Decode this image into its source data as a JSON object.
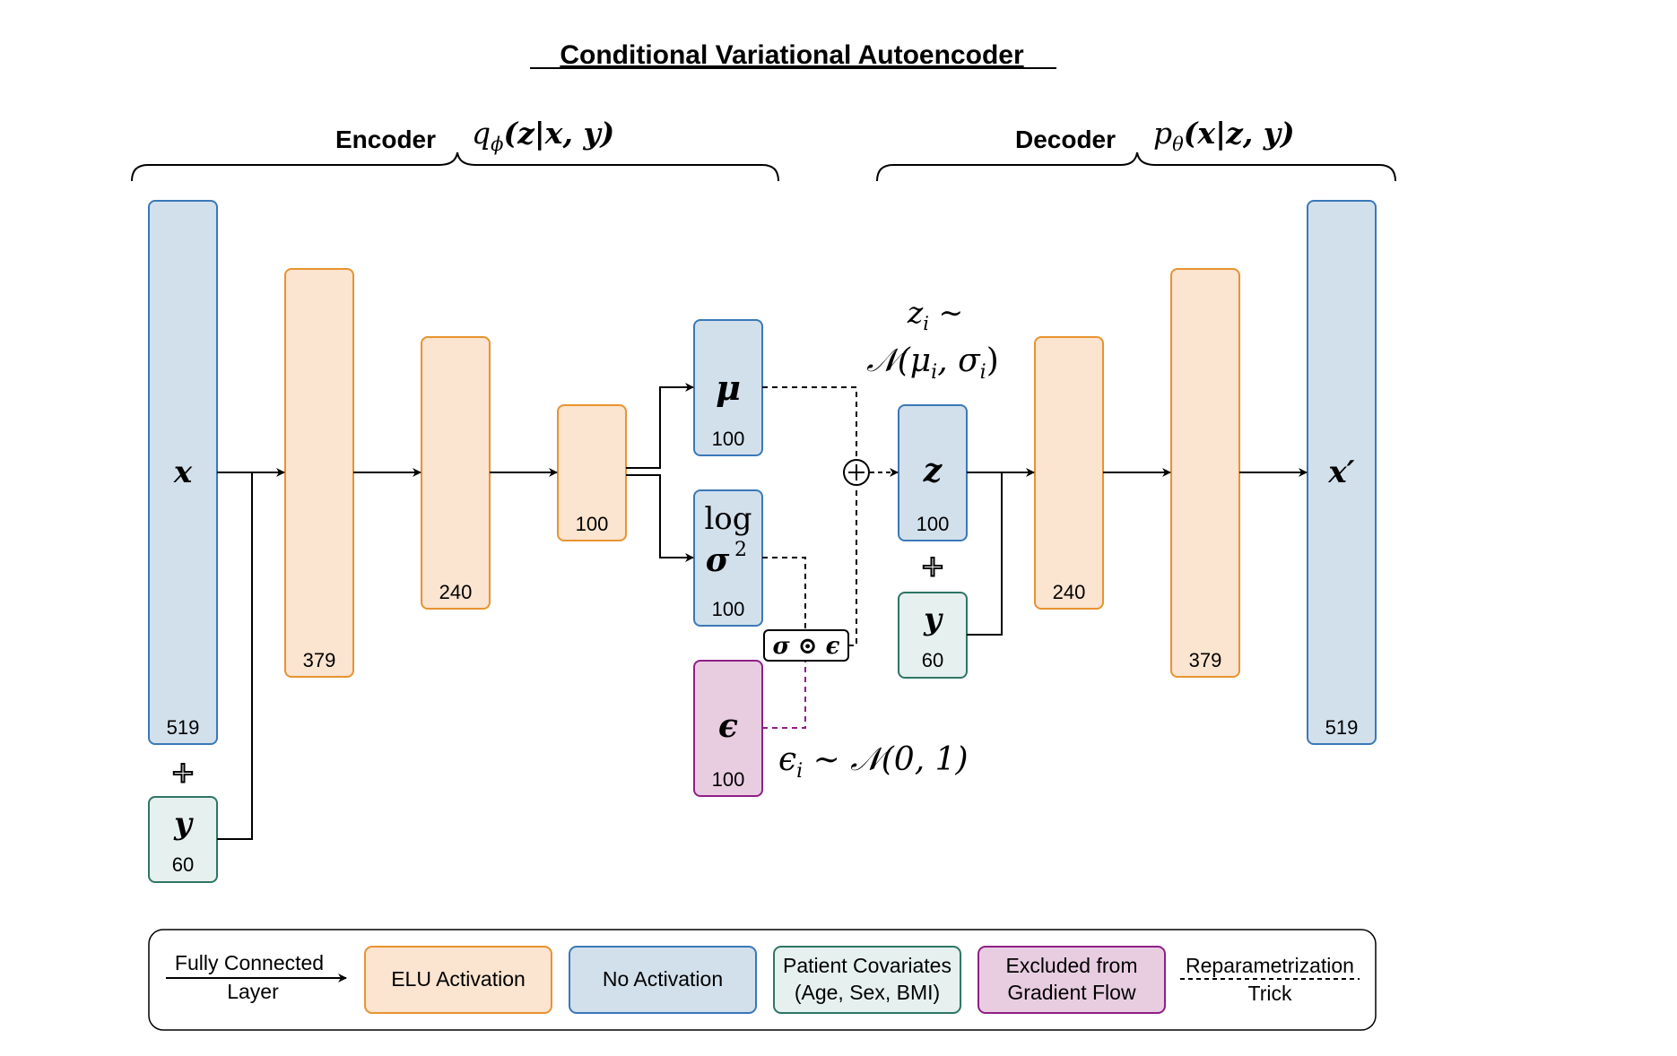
{
  "title": "Conditional Variational Autoencoder",
  "encoder": {
    "label": "Encoder",
    "formula": "q",
    "formula_sub": "ϕ",
    "formula_args": "(z|x, y)"
  },
  "decoder": {
    "label": "Decoder",
    "formula": "p",
    "formula_sub": "θ",
    "formula_args": "(x|z, y)"
  },
  "colors": {
    "elu_fill": "#fbe4d0",
    "elu_stroke": "#e8932f",
    "noact_fill": "#d2e0ec",
    "noact_stroke": "#3a78b8",
    "cov_fill": "#e6f0ee",
    "cov_stroke": "#2e7565",
    "excl_fill": "#e8cde1",
    "excl_stroke": "#8f1f86",
    "line": "#000000"
  },
  "layers": {
    "x_in": {
      "symbol": "x",
      "size": "519"
    },
    "y_enc": {
      "symbol": "y",
      "size": "60"
    },
    "enc1": {
      "size": "379"
    },
    "enc2": {
      "size": "240"
    },
    "enc3": {
      "size": "100"
    },
    "mu": {
      "symbol": "μ",
      "size": "100"
    },
    "logvar": {
      "symbol_top": "log",
      "symbol": "σ",
      "sup": "2",
      "size": "100"
    },
    "eps": {
      "symbol": "ϵ",
      "size": "100"
    },
    "z": {
      "symbol": "z",
      "size": "100"
    },
    "y_dec": {
      "symbol": "y",
      "size": "60"
    },
    "dec1": {
      "size": "240"
    },
    "dec2": {
      "size": "379"
    },
    "x_out": {
      "symbol": "x′",
      "size": "519"
    }
  },
  "annotations": {
    "z_dist_line1": "z",
    "z_dist_line1_sub": "i",
    "z_dist_line1_rest": " ∼",
    "z_dist_line2": "𝒩(μ",
    "z_dist_line2_sub1": "i",
    "z_dist_line2_mid": ", σ",
    "z_dist_line2_sub2": "i",
    "z_dist_line2_end": ")",
    "eps_dist": "ϵ",
    "eps_dist_sub": "i",
    "eps_dist_rest": " ∼ 𝒩(0, 1)",
    "sigma_eps": "σ ⊙ ϵ",
    "plus": "+"
  },
  "legend": {
    "fc_line1": "Fully Connected",
    "fc_line2": "Layer",
    "elu": "ELU Activation",
    "noact": "No Activation",
    "cov_line1": "Patient Covariates",
    "cov_line2": "(Age, Sex, BMI)",
    "excl_line1": "Excluded from",
    "excl_line2": "Gradient Flow",
    "rep_line1": "Reparametrization",
    "rep_line2": "Trick"
  }
}
